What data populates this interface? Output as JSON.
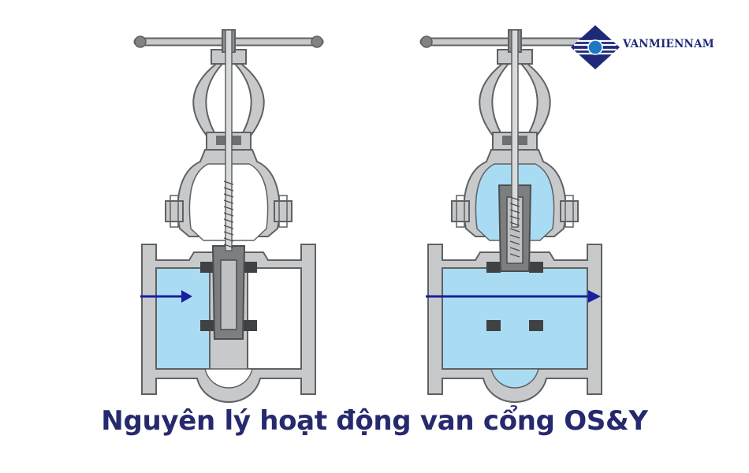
{
  "brand": {
    "name": "VANMIENNAM",
    "logo_icon": "diamond-globe-logo-icon",
    "colors": {
      "primary": "#1e2a78",
      "accent": "#1d78c4"
    }
  },
  "caption": "Nguyên lý hoạt động van cổng OS&Y",
  "diagram": {
    "valves": [
      {
        "state": "closed",
        "flow": "blocked",
        "arrow_icon": "flow-arrow-right-icon"
      },
      {
        "state": "open",
        "flow": "through",
        "arrow_icon": "flow-arrow-right-icon"
      }
    ],
    "colors": {
      "body": "#c8c9cb",
      "outline": "#5f6163",
      "fluid": "#a9dcf3",
      "gate": "#7d7e80",
      "arrow": "#1a1f9c"
    }
  }
}
